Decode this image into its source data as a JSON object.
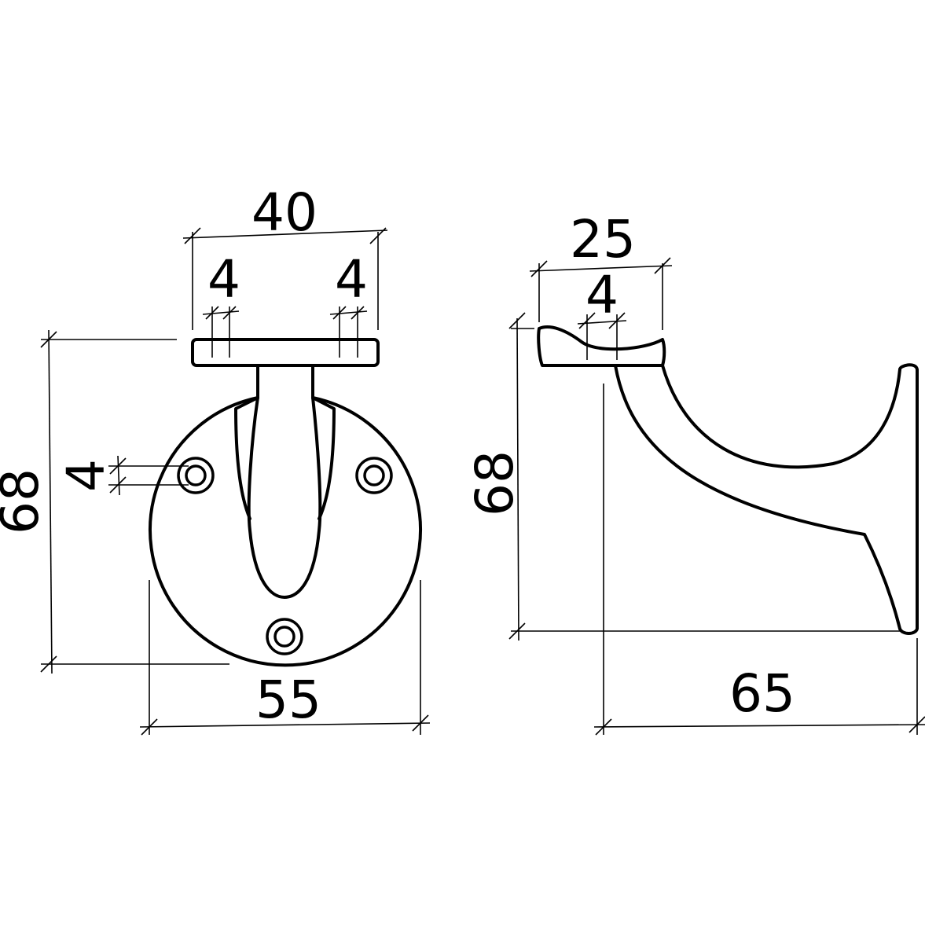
{
  "front_view": {
    "top_width": "40",
    "top_left_thickness": "4",
    "top_right_thickness": "4",
    "height": "68",
    "hole_size": "4",
    "base_width": "55"
  },
  "side_view": {
    "saddle_width": "25",
    "saddle_thickness": "4",
    "height": "68",
    "projection": "65"
  },
  "colors": {
    "line": "#000000",
    "background": "#ffffff"
  }
}
